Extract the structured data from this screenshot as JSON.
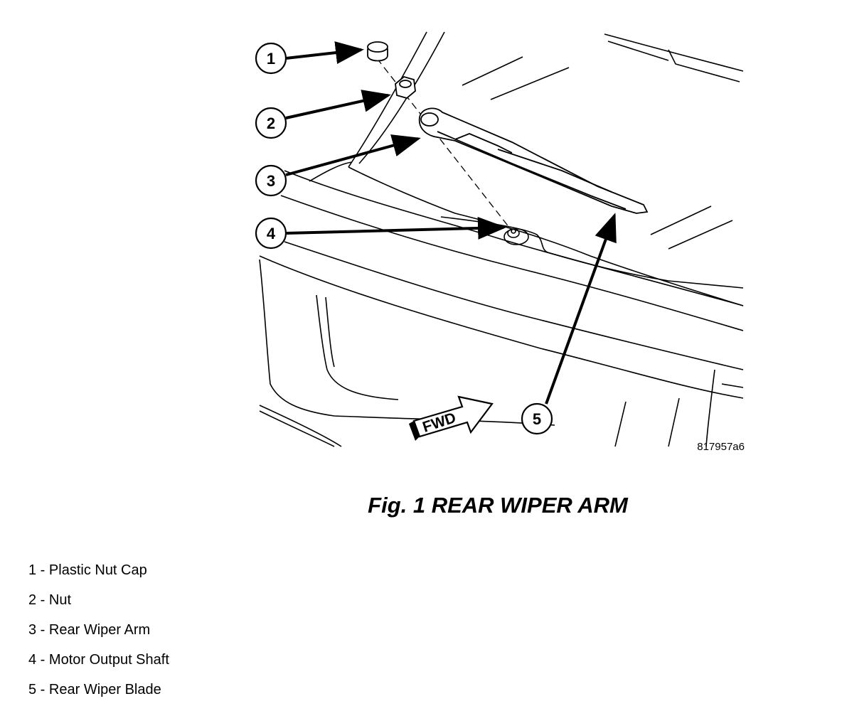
{
  "figure": {
    "caption": "Fig. 1 REAR WIPER ARM",
    "figure_id": "817957a6",
    "direction_label": "FWD",
    "callouts": [
      "1",
      "2",
      "3",
      "4",
      "5"
    ]
  },
  "legend": [
    {
      "number": "1",
      "separator": " - ",
      "text": "Plastic Nut Cap"
    },
    {
      "number": "2",
      "separator": " - ",
      "text": "Nut"
    },
    {
      "number": "3",
      "separator": " - ",
      "text": "Rear Wiper Arm"
    },
    {
      "number": "4",
      "separator": " - ",
      "text": "Motor Output Shaft"
    },
    {
      "number": "5",
      "separator": " - ",
      "text": "Rear Wiper Blade"
    }
  ]
}
